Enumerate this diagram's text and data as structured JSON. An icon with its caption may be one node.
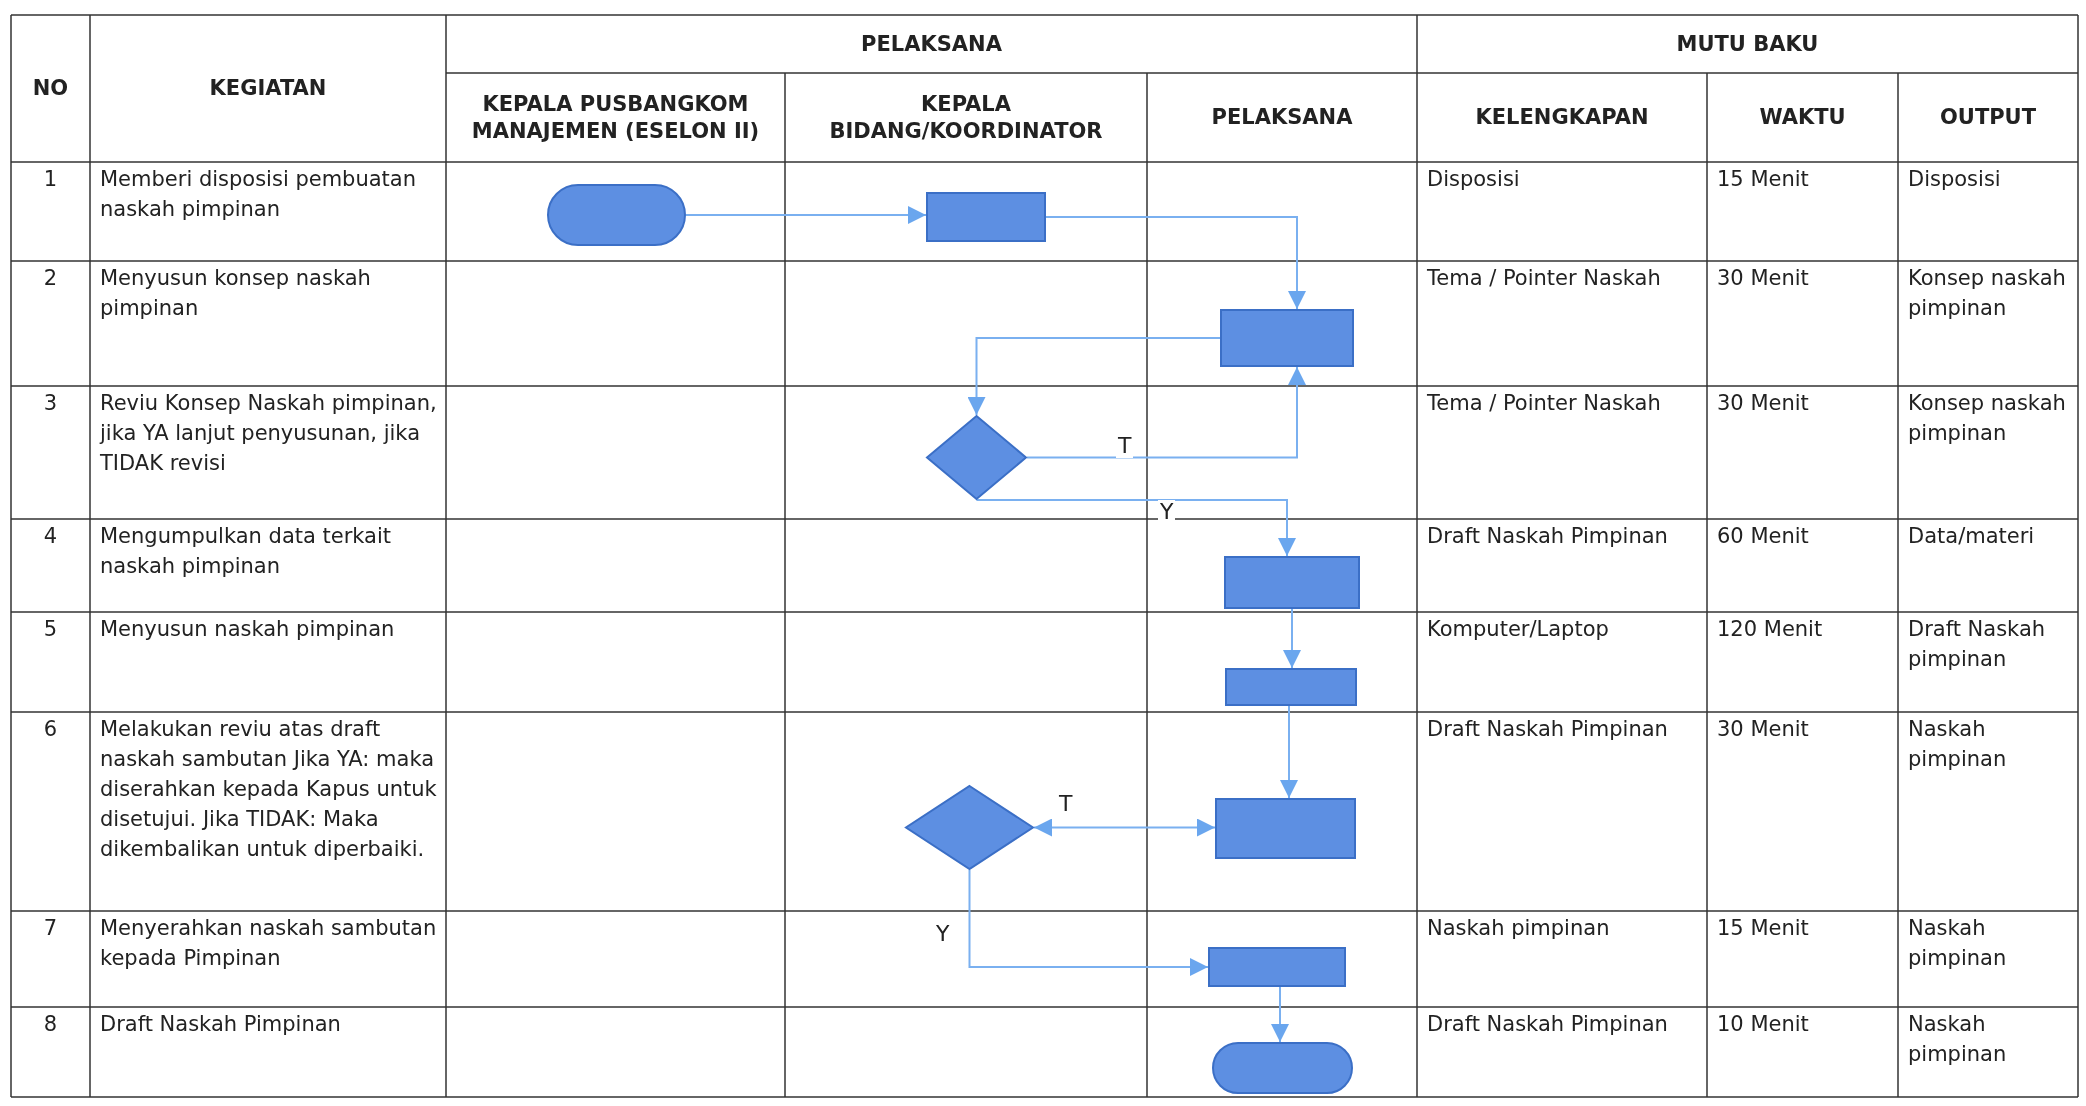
{
  "diagram": {
    "nodes": [
      {
        "text": [],
        "shape": "pill"
      },
      {
        "text": [],
        "shape": "box"
      },
      {
        "text": [],
        "shape": "box"
      },
      {
        "text": [],
        "shape": "diamond"
      },
      {
        "text": [],
        "shape": "box"
      },
      {
        "text": [],
        "shape": "box"
      },
      {
        "text": [],
        "shape": "diamond"
      },
      {
        "text": [],
        "shape": "box"
      },
      {
        "text": [],
        "shape": "box"
      },
      {
        "text": [],
        "shape": "pill"
      }
    ],
    "edges": [
      {
        "from": 0,
        "to": 1,
        "arrow": "to"
      },
      {
        "from": 1,
        "to": 2,
        "arrow": "to"
      },
      {
        "from": 2,
        "to": 3,
        "arrow": "to"
      },
      {
        "from": 3,
        "to": 2,
        "arrow": "to",
        "label": "T"
      },
      {
        "from": 3,
        "to": 4,
        "arrow": "to",
        "label": "Y"
      },
      {
        "from": 4,
        "to": 5,
        "arrow": "to"
      },
      {
        "from": 5,
        "to": 7,
        "arrow": "to"
      },
      {
        "from": 6,
        "to": 7,
        "arrow": "both",
        "label": "T"
      },
      {
        "from": 6,
        "to": 8,
        "arrow": "to",
        "label": "Y"
      },
      {
        "from": 8,
        "to": 9,
        "arrow": "to"
      }
    ],
    "labels": [
      "NO",
      "KEGIATAN",
      "PELAKSANA",
      "MUTU BAKU",
      "KEPALA PUSBANGKOM MANAJEMEN (ESELON II)",
      "KEPALA BIDANG/KOORDINATOR",
      "PELAKSANA",
      "KELENGKAPAN",
      "WAKTU",
      "OUTPUT",
      "1",
      "Memberi disposisi pembuatan naskah pimpinan",
      "Disposisi",
      "15 Menit",
      "Disposisi",
      "2",
      "Menyusun konsep naskah pimpinan",
      "Tema / Pointer Naskah",
      "30 Menit",
      "Konsep naskah pimpinan",
      "3",
      "Reviu Konsep Naskah pimpinan, jika YA lanjut penyusunan, jika TIDAK revisi",
      "Tema / Pointer Naskah",
      "30 Menit",
      "Konsep naskah pimpinan",
      "4",
      "Mengumpulkan data terkait naskah pimpinan",
      "Draft Naskah Pimpinan",
      "60 Menit",
      "Data/materi",
      "5",
      "Menyusun naskah pimpinan",
      "Komputer/Laptop",
      "120 Menit",
      "Draft Naskah pimpinan",
      "6",
      "Melakukan reviu atas draft naskah sambutan Jika YA: maka diserahkan kepada Kapus untuk disetujui. Jika TIDAK: Maka dikembalikan untuk diperbaiki.",
      "Draft Naskah Pimpinan",
      "30 Menit",
      "Naskah pimpinan",
      "7",
      "Menyerahkan naskah sambutan kepada Pimpinan",
      "Naskah pimpinan",
      "15 Menit",
      "Naskah pimpinan",
      "8",
      "Draft Naskah Pimpinan",
      "Draft Naskah Pimpinan",
      "10 Menit",
      "Naskah pimpinan"
    ]
  }
}
